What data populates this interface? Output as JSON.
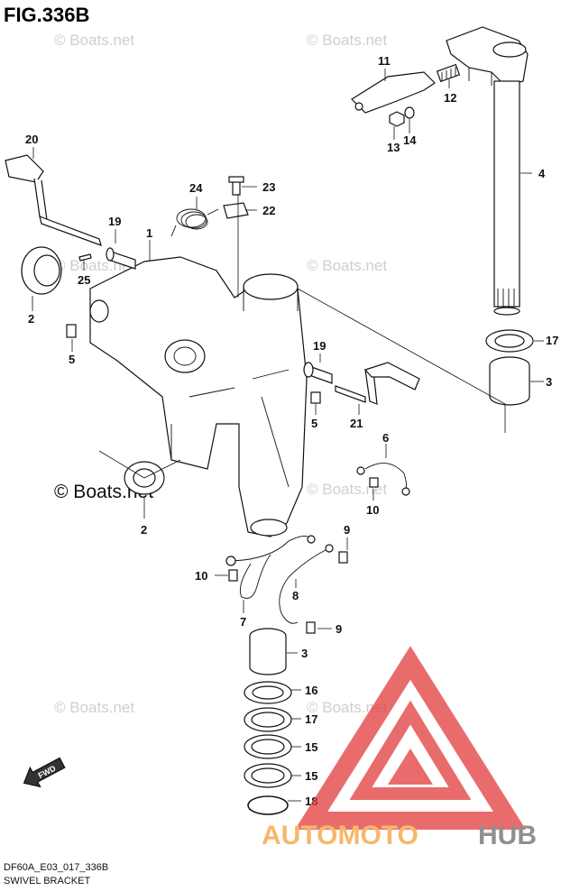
{
  "figure_title": "FIG.336B",
  "watermark": "© Boats.net",
  "watermark_large": "© Boats.net",
  "fwd_label": "FWD",
  "brand": {
    "logo_text_part1": "AUTOMOTO",
    "logo_text_part2": "HUB",
    "logo_color_red": "#e23b3b",
    "logo_color_orange": "#f4a03a",
    "logo_color_dark": "#6b6b6b"
  },
  "footer": {
    "code": "DF60A_E03_017_336B",
    "caption": "SWIVEL BRACKET"
  },
  "callouts": [
    {
      "id": "c11",
      "label": "11"
    },
    {
      "id": "c12",
      "label": "12"
    },
    {
      "id": "c13",
      "label": "13"
    },
    {
      "id": "c14",
      "label": "14"
    },
    {
      "id": "c4",
      "label": "4"
    },
    {
      "id": "c20",
      "label": "20"
    },
    {
      "id": "c24",
      "label": "24"
    },
    {
      "id": "c23",
      "label": "23"
    },
    {
      "id": "c22",
      "label": "22"
    },
    {
      "id": "c19a",
      "label": "19"
    },
    {
      "id": "c1",
      "label": "1"
    },
    {
      "id": "c25",
      "label": "25"
    },
    {
      "id": "c2a",
      "label": "2"
    },
    {
      "id": "c5a",
      "label": "5"
    },
    {
      "id": "c17a",
      "label": "17"
    },
    {
      "id": "c3a",
      "label": "3"
    },
    {
      "id": "c19b",
      "label": "19"
    },
    {
      "id": "c5b",
      "label": "5"
    },
    {
      "id": "c21",
      "label": "21"
    },
    {
      "id": "c6",
      "label": "6"
    },
    {
      "id": "c10a",
      "label": "10"
    },
    {
      "id": "c2b",
      "label": "2"
    },
    {
      "id": "c9a",
      "label": "9"
    },
    {
      "id": "c10b",
      "label": "10"
    },
    {
      "id": "c8",
      "label": "8"
    },
    {
      "id": "c7",
      "label": "7"
    },
    {
      "id": "c9b",
      "label": "9"
    },
    {
      "id": "c3b",
      "label": "3"
    },
    {
      "id": "c16",
      "label": "16"
    },
    {
      "id": "c17b",
      "label": "17"
    },
    {
      "id": "c15a",
      "label": "15"
    },
    {
      "id": "c15b",
      "label": "15"
    },
    {
      "id": "c18",
      "label": "18"
    }
  ]
}
